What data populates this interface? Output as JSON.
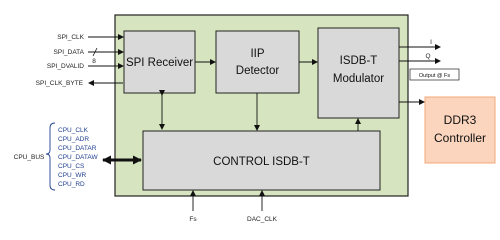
{
  "inputs": {
    "spi_clk": "SPI_CLK",
    "spi_data": "SPI_DATA",
    "spi_data_width": "8",
    "spi_dvalid": "SPI_DVALID",
    "spi_clk_byte": "SPI_CLK_BYTE"
  },
  "blocks": {
    "spi_receiver": "SPI Receiver",
    "iip_detector_line1": "IIP",
    "iip_detector_line2": "Detector",
    "modulator_line1": "ISDB-T",
    "modulator_line2": "Modulator",
    "control": "CONTROL ISDB-T",
    "ddr3_line1": "DDR3",
    "ddr3_line2": "Controller"
  },
  "outputs": {
    "i": "I",
    "q": "Q",
    "output_fs": "Output @ Fs"
  },
  "cpu_bus": {
    "label": "CPU_BUS",
    "signals": [
      "CPU_CLK",
      "CPU_ADR",
      "CPU_DATAR",
      "CPU_DATAW",
      "CPU_CS",
      "CPU_WR",
      "CPU_RD"
    ]
  },
  "bottom": {
    "fs": "Fs",
    "dac_clk": "DAC_CLK"
  },
  "colors": {
    "outer_fill": "#d6e5bf",
    "block_fill": "#d9d9d9",
    "ddr3_fill": "#fbd5bd",
    "ddr3_border": "#f4a878",
    "bus_blue": "#1f3f8f"
  }
}
